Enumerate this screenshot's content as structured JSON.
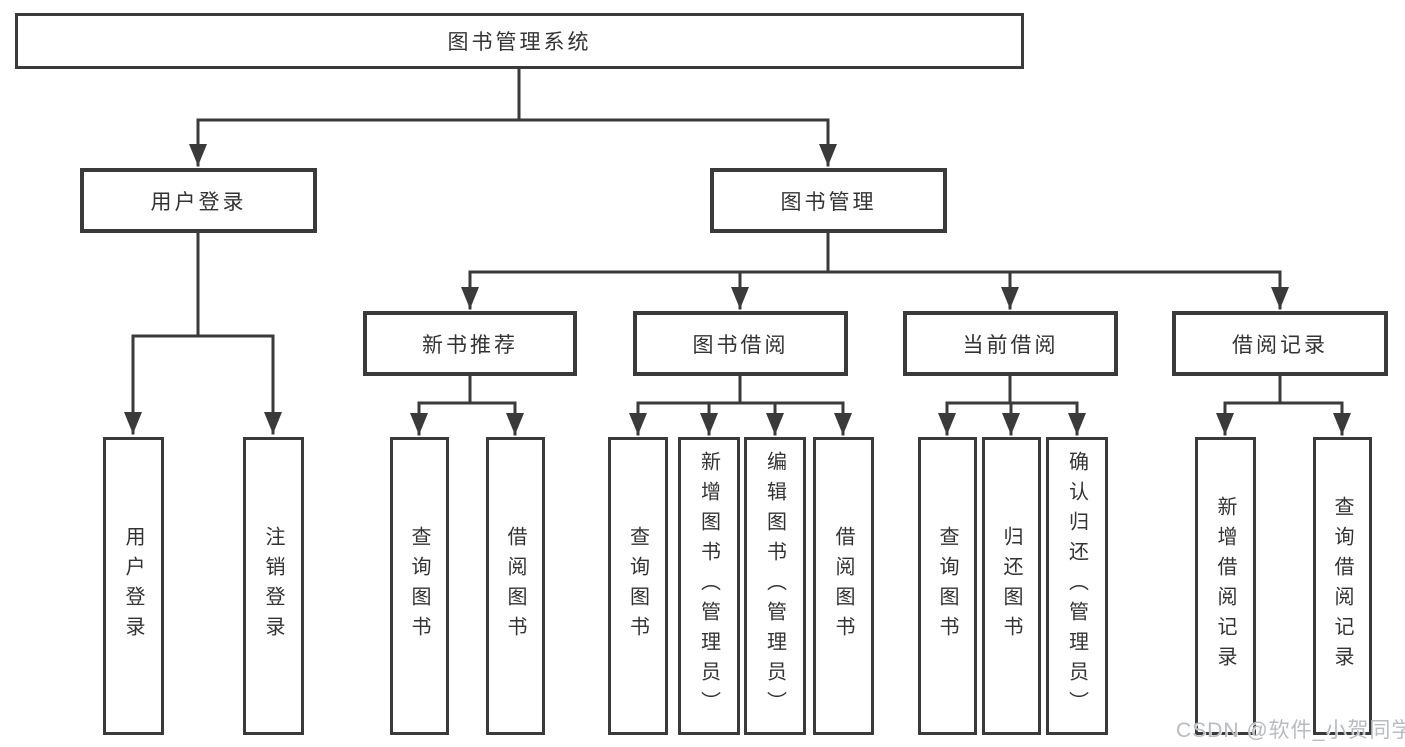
{
  "diagram_title": "图书管理系统",
  "colors": {
    "line": "#3a3a3a",
    "text": "#333333",
    "background": "#ffffff",
    "watermark": "#b7bcc1"
  },
  "nodes": {
    "system": {
      "label": "图书管理系统"
    },
    "user_login": {
      "label": "用户登录"
    },
    "book_mgmt": {
      "label": "图书管理"
    },
    "new_book_rec": {
      "label": "新书推荐"
    },
    "book_borrow": {
      "label": "图书借阅"
    },
    "current_borrow": {
      "label": "当前借阅"
    },
    "borrow_record": {
      "label": "借阅记录"
    },
    "leaf_user_login": {
      "label": "用户登录"
    },
    "leaf_logout": {
      "label": "注销登录"
    },
    "leaf_query_book_a": {
      "label": "查询图书"
    },
    "leaf_borrow_book_a": {
      "label": "借阅图书"
    },
    "leaf_query_book_b": {
      "label": "查询图书"
    },
    "leaf_add_book": {
      "label": "新增图书（管理员）"
    },
    "leaf_edit_book": {
      "label": "编辑图书（管理员）"
    },
    "leaf_borrow_book_b": {
      "label": "借阅图书"
    },
    "leaf_query_book_c": {
      "label": "查询图书"
    },
    "leaf_return_book": {
      "label": "归还图书"
    },
    "leaf_confirm_return": {
      "label": "确认归还（管理员）"
    },
    "leaf_add_record": {
      "label": "新增借阅记录"
    },
    "leaf_query_record": {
      "label": "查询借阅记录"
    }
  },
  "hierarchy": {
    "图书管理系统": {
      "用户登录": [
        "用户登录",
        "注销登录"
      ],
      "图书管理": {
        "新书推荐": [
          "查询图书",
          "借阅图书"
        ],
        "图书借阅": [
          "查询图书",
          "新增图书（管理员）",
          "编辑图书（管理员）",
          "借阅图书"
        ],
        "当前借阅": [
          "查询图书",
          "归还图书",
          "确认归还（管理员）"
        ],
        "借阅记录": [
          "新增借阅记录",
          "查询借阅记录"
        ]
      }
    }
  },
  "watermark": {
    "text": "CSDN @软件_小贺同学"
  }
}
